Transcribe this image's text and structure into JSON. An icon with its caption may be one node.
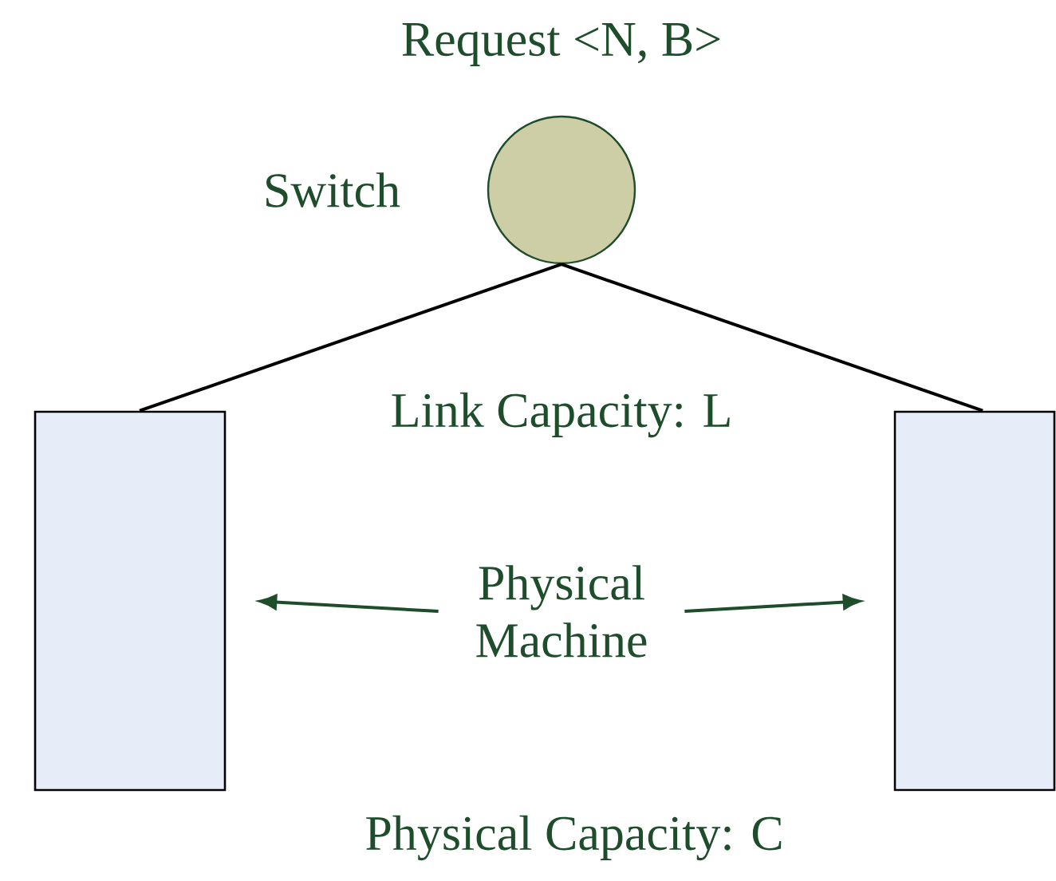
{
  "diagram": {
    "nodes": [
      {
        "text": [],
        "shape": "circle",
        "beside": [
          "Request <N, B>",
          "Switch"
        ]
      },
      {
        "text": [],
        "shape": "box"
      },
      {
        "text": [],
        "shape": "box"
      },
      {
        "text": [
          "Physical Machine"
        ]
      }
    ],
    "edges": [
      {
        "from": 0,
        "to": 1,
        "arrow": "none"
      },
      {
        "from": 0,
        "to": 2,
        "arrow": "none"
      },
      {
        "from": 3,
        "to": 1,
        "arrow": "to",
        "color": "#1e4d2b"
      },
      {
        "from": 3,
        "to": 2,
        "arrow": "to",
        "color": "#1e4d2b"
      }
    ],
    "labels": [
      "Link Capacity: L",
      "Physical Capacity: C"
    ]
  }
}
